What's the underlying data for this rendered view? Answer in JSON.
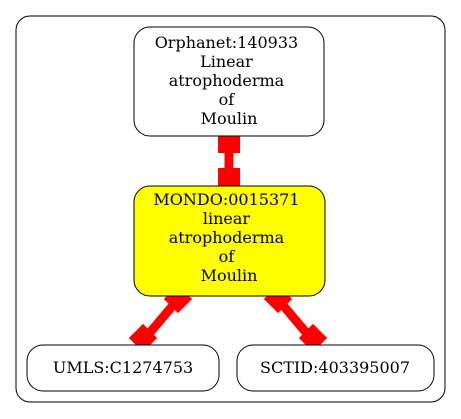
{
  "graph": {
    "nodes": {
      "orphanet": {
        "lines": [
          "Orphanet:140933",
          "Linear",
          "atrophoderma",
          "of",
          "Moulin"
        ],
        "fill": "#ffffff"
      },
      "mondo": {
        "lines": [
          "MONDO:0015371",
          "linear",
          "atrophoderma",
          "of",
          "Moulin"
        ],
        "fill": "#ffff00"
      },
      "umls": {
        "lines": [
          "UMLS:C1274753"
        ],
        "fill": "#ffffff"
      },
      "sctid": {
        "lines": [
          "SCTID:403395007"
        ],
        "fill": "#ffffff"
      }
    },
    "edges": [
      {
        "from": "orphanet",
        "to": "mondo"
      },
      {
        "from": "mondo",
        "to": "umls"
      },
      {
        "from": "mondo",
        "to": "sctid"
      }
    ],
    "edge_color": "#ff0000",
    "cluster_border_color": "#000000"
  }
}
